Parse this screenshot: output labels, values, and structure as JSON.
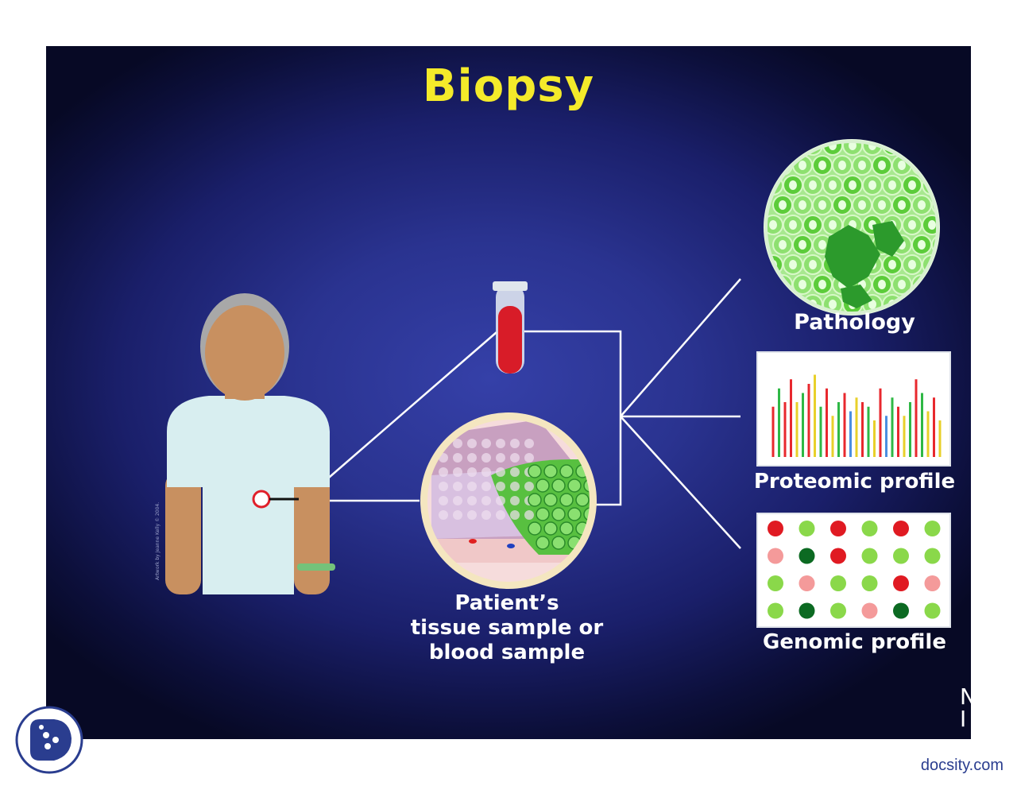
{
  "slide": {
    "title": "Biopsy",
    "labels": {
      "pathology": "Pathology",
      "proteomic": "Proteomic profile",
      "genomic": "Genomic profile",
      "sample_line1": "Patient’s",
      "sample_line2": "tissue sample or",
      "sample_line3": "blood sample"
    },
    "credit": "Artwork by Jeanne Kelly © 2004.",
    "corner_letters": "N I"
  },
  "colors": {
    "title": "#f4ea2a",
    "label": "#ffffff",
    "blood": "#d81c28",
    "skin": "#c89060",
    "shirt": "#d8eef0"
  },
  "proteomic_bars": [
    {
      "color": "red",
      "level": 0.55
    },
    {
      "color": "green",
      "level": 0.75
    },
    {
      "color": "red",
      "level": 0.6
    },
    {
      "color": "red",
      "level": 0.85
    },
    {
      "color": "yellow",
      "level": 0.6
    },
    {
      "color": "green",
      "level": 0.7
    },
    {
      "color": "red",
      "level": 0.8
    },
    {
      "color": "yellow",
      "level": 0.9
    },
    {
      "color": "green",
      "level": 0.55
    },
    {
      "color": "red",
      "level": 0.75
    },
    {
      "color": "yellow",
      "level": 0.45
    },
    {
      "color": "green",
      "level": 0.6
    },
    {
      "color": "red",
      "level": 0.7
    },
    {
      "color": "blue",
      "level": 0.5
    },
    {
      "color": "yellow",
      "level": 0.65
    },
    {
      "color": "red",
      "level": 0.6
    },
    {
      "color": "green",
      "level": 0.55
    },
    {
      "color": "yellow",
      "level": 0.4
    },
    {
      "color": "red",
      "level": 0.75
    },
    {
      "color": "blue",
      "level": 0.45
    },
    {
      "color": "green",
      "level": 0.65
    },
    {
      "color": "red",
      "level": 0.55
    },
    {
      "color": "yellow",
      "level": 0.45
    },
    {
      "color": "green",
      "level": 0.6
    },
    {
      "color": "red",
      "level": 0.85
    },
    {
      "color": "green",
      "level": 0.7
    },
    {
      "color": "yellow",
      "level": 0.5
    },
    {
      "color": "red",
      "level": 0.65
    },
    {
      "color": "yellow",
      "level": 0.4
    }
  ],
  "genomic_grid": [
    [
      "red",
      "green",
      "red",
      "green",
      "red",
      "green"
    ],
    [
      "pink",
      "darkgreen",
      "red",
      "green",
      "green",
      "green"
    ],
    [
      "green",
      "pink",
      "green",
      "green",
      "red",
      "pink"
    ],
    [
      "green",
      "darkgreen",
      "green",
      "pink",
      "darkgreen",
      "green"
    ]
  ],
  "footer": {
    "watermark": "docsity.com",
    "logo": "docsity-logo-icon"
  }
}
